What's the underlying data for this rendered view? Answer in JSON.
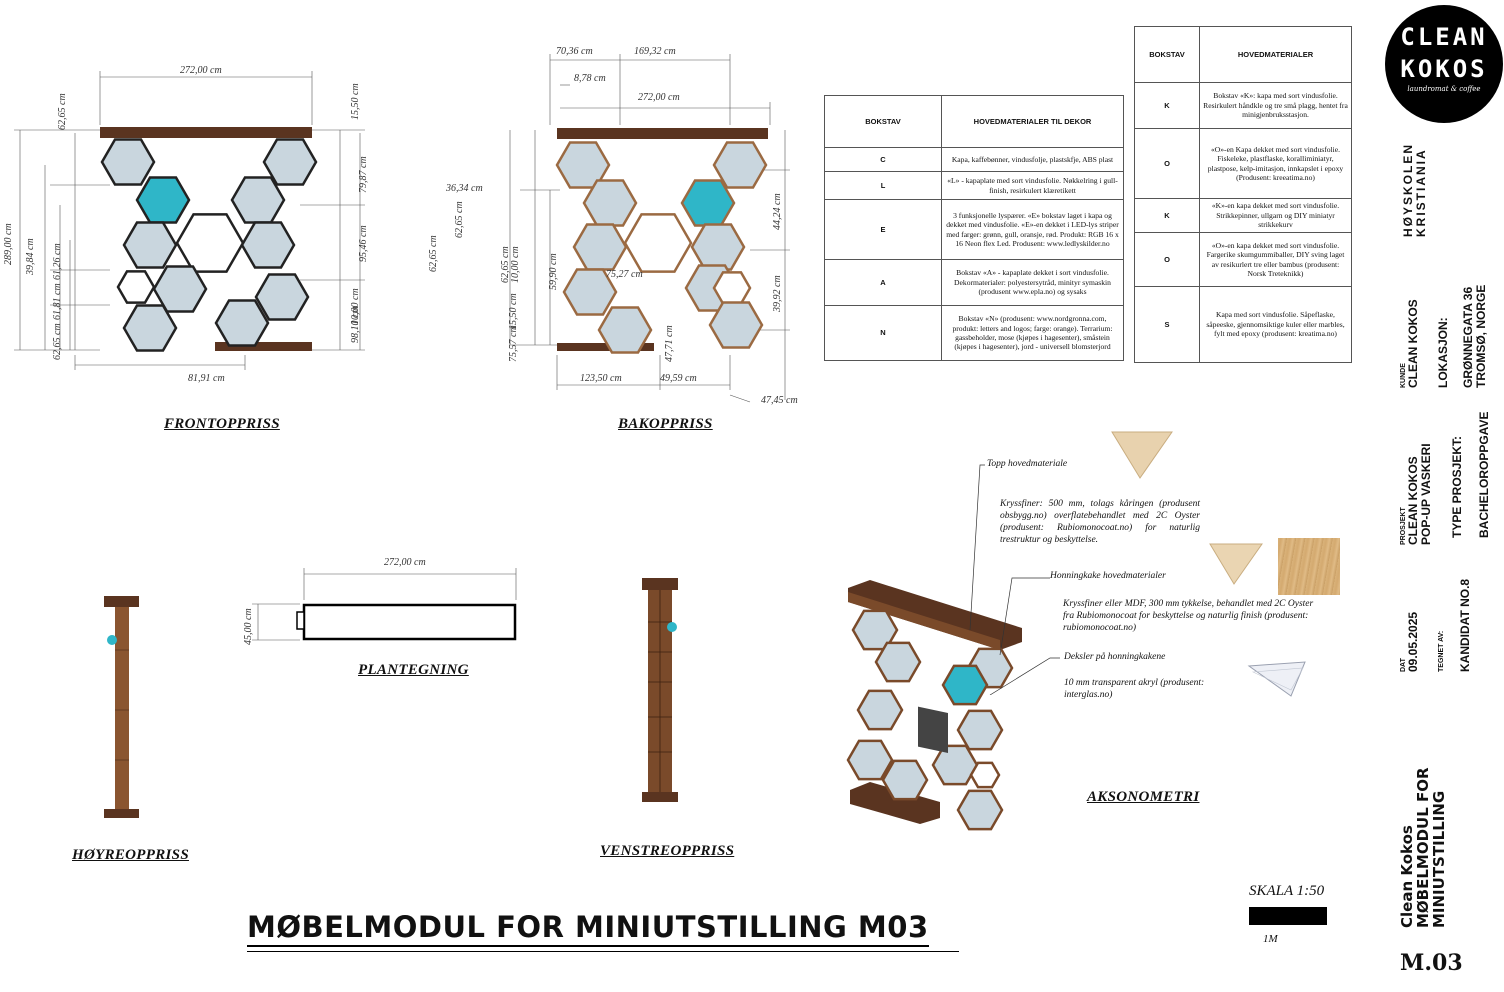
{
  "logo": {
    "line1": "CLEAN",
    "line2": "KOKOS",
    "ring": "laundromat & coffee"
  },
  "views": {
    "front": "FRONTOPPRISS",
    "back": "BAKOPPRISS",
    "right": "HØYREOPPRISS",
    "plan": "PLANTEGNING",
    "left": "VENSTREOPPRISS",
    "axo": "AKSONOMETRI"
  },
  "front_dims": {
    "width": "272,00 cm",
    "top": "62,65 cm",
    "right_top": "15,50 cm",
    "r1": "79,87 cm",
    "r2": "95,46 cm",
    "r3": "10,00 cm",
    "r4": "98,10 cm",
    "h_total": "289,00 cm",
    "h2": "39,84 cm",
    "h3": "61,26 cm",
    "h4": "61,81 cm",
    "h5": "62,65 cm",
    "bottom": "81,91 cm"
  },
  "back_dims": {
    "d1": "70,36 cm",
    "d2": "169,32 cm",
    "d3": "8,78 cm",
    "width": "272,00 cm",
    "d5": "36,34 cm",
    "v1": "62,65 cm",
    "v2": "62,65 cm",
    "v3": "62,65 cm",
    "v4": "10,00 cm",
    "v5": "59,90 cm",
    "v6": "15,50 cm",
    "v7": "75,57 cm",
    "mid": "75,27 cm",
    "r1": "44,24 cm",
    "r2": "39,92 cm",
    "r3": "47,71 cm",
    "b1": "123,50 cm",
    "b2": "49,59 cm",
    "b3": "47,45 cm"
  },
  "plan_dims": {
    "width": "272,00 cm",
    "depth": "45,00 cm"
  },
  "table1": {
    "h1": "BOKSTAV",
    "h2": "HOVEDMATERIALER TIL DEKOR",
    "rows": [
      {
        "k": "C",
        "v": "Kapa, kaffebønner, vindusfolje, plastskfje, ABS plast"
      },
      {
        "k": "L",
        "v": "«L» - kapaplate med sort vindusfolie. Nøkkelring i gull-finish, resirkulert klæretikett"
      },
      {
        "k": "E",
        "v": "3 funksjonelle lyspærer. «E» bokstav laget i kapa og dekket med vindusfolie. «E»-en dekket i LED-lys striper med farger: grønn, gull, oransje, rød. Produkt: RGB 16 x 16 Neon flex Led. Produsent: www.ledlyskilder.no"
      },
      {
        "k": "A",
        "v": "Bokstav «A» - kapaplate dekket i sort vindusfolie. Dekormaterialer: polyestersytråd, minityr symaskin (produsent www.epla.no) og sysaks"
      },
      {
        "k": "N",
        "v": "Bokstav «N» (produsent: www.nordgronna.com, produkt: letters and logos; farge: orange). Terrarium: gassbeholder, mose (kjøpes i hagesenter), småstein (kjøpes i hagesenter), jord - universell blomsterjord"
      }
    ]
  },
  "table2": {
    "h1": "BOKSTAV",
    "h2": "HOVEDMATERIALER",
    "rows": [
      {
        "k": "K",
        "v": "Bokstav «K»: kapa med sort vindusfolie. Resirkulert håndkle og tre små plagg, hentet fra minigjenbruksstasjon."
      },
      {
        "k": "O",
        "v": "«O»-en Kapa dekket med sort vindusfolie. Fiskeleke, plastflaske, koralliminiatyr, plastpose, kelp-imitasjon, innkapslet i epoxy (Produsent: kreeatima.no)"
      },
      {
        "k": "K",
        "v": "«K»-en kapa dekket med sort vindusfolie. Strikkepinner, ullgarn og DIY miniatyr strikkekurv"
      },
      {
        "k": "O",
        "v": "«O»-en kapa dekket med sort vindusfolie. Fargerike skumgummiballer, DIY sving laget av resikurlert tre eller bambus (produsent: Norsk Treteknikk)"
      },
      {
        "k": "S",
        "v": "Kapa med sort vindusfolie. Såpeflaske, såpeeske, gjennomsiktige kuler eller marbles, fylt med epoxy (produsent: kreatima.no)"
      }
    ]
  },
  "materials": {
    "top_label": "Topp hovedmateriale",
    "top_text": "Kryssfiner: 500 mm, tolags kåringen (produsent obsbygg.no) overflatebehandlet med 2C Oyster (produsent: Rubiomonocoat.no) for naturlig trestruktur og beskyttelse.",
    "honey_label": "Honningkake hovedmaterialer",
    "honey_text": "Kryssfiner eller MDF, 300 mm tykkelse, behandlet med 2C Oyster fra Rubiomonocoat for beskyttelse og naturlig finish (produsent: rubiomonocoat.no)",
    "cover_label": "Deksler på honningkakene",
    "cover_text": "10 mm transparent akryl (produsent: interglas.no)"
  },
  "scale": {
    "label": "SKALA 1:50",
    "unit": "1M"
  },
  "main_title": "MØBELMODUL FOR MINIUTSTILLING M03",
  "titleblock": {
    "school1": "HØYSKOLEN",
    "school2": "KRISTIANIA",
    "kunde_label": "KUNDE",
    "kunde": "CLEAN KOKOS",
    "lokasjon_label": "LOKASJON:",
    "lokasjon1": "GRØNNEGATA 36",
    "lokasjon2": "TROMSØ, NORGE",
    "prosjekt_label": "PROSJEKT",
    "prosjekt1": "CLEAN KOKOS",
    "prosjekt2": "POP-UP VASKERI",
    "type_label": "TYPE PROSJEKT:",
    "type": "BACHELOROPPGAVE",
    "dat_label": "DAT",
    "dat": "09.05.2025",
    "tegnet_label": "TEGNET AV:",
    "tegnet": "KANDIDAT NO.8",
    "t1": "Clean Kokos",
    "t2": "MØBELMODUL FOR",
    "t3": "MINIUTSTILLING",
    "code": "M.03"
  },
  "colors": {
    "wood": "#5a3420",
    "hex_fill": "#c9d6de",
    "teal": "#2fb6c8",
    "accent": "#000000"
  }
}
